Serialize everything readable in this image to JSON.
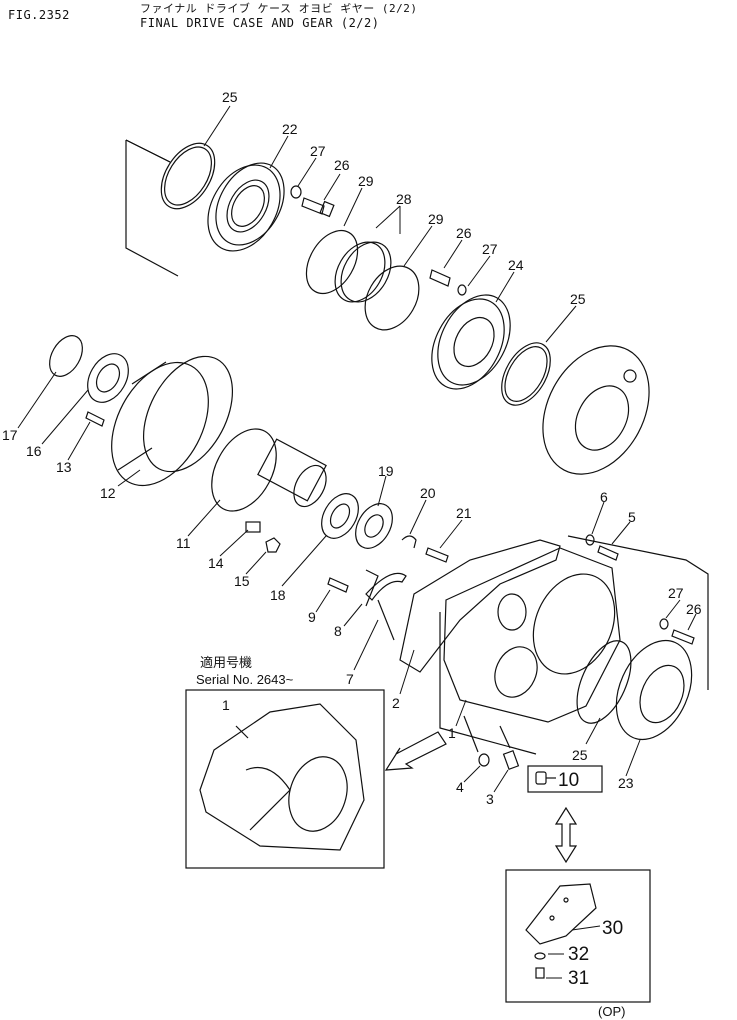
{
  "header": {
    "figure_no": "FIG.2352",
    "title_jp": "ファイナル ドライブ ケース オヨビ ギヤー (2/2)",
    "title_en": "FINAL DRIVE CASE AND GEAR (2/2)"
  },
  "serial_box": {
    "title_jp": "適用号機",
    "serial": "Serial No. 2643~"
  },
  "option_label": "(OP)",
  "callouts": [
    {
      "label": "25"
    },
    {
      "label": "22"
    },
    {
      "label": "27"
    },
    {
      "label": "26"
    },
    {
      "label": "29"
    },
    {
      "label": "28"
    },
    {
      "label": "29"
    },
    {
      "label": "26"
    },
    {
      "label": "27"
    },
    {
      "label": "24"
    },
    {
      "label": "25"
    },
    {
      "label": "17"
    },
    {
      "label": "16"
    },
    {
      "label": "13"
    },
    {
      "label": "12"
    },
    {
      "label": "11"
    },
    {
      "label": "14"
    },
    {
      "label": "15"
    },
    {
      "label": "18"
    },
    {
      "label": "19"
    },
    {
      "label": "20"
    },
    {
      "label": "21"
    },
    {
      "label": "6"
    },
    {
      "label": "5"
    },
    {
      "label": "9"
    },
    {
      "label": "8"
    },
    {
      "label": "7"
    },
    {
      "label": "2"
    },
    {
      "label": "1"
    },
    {
      "label": "27"
    },
    {
      "label": "26"
    },
    {
      "label": "4"
    },
    {
      "label": "3"
    },
    {
      "label": "10"
    },
    {
      "label": "25"
    },
    {
      "label": "23"
    },
    {
      "label": "1"
    },
    {
      "label": "30"
    },
    {
      "label": "32"
    },
    {
      "label": "31"
    }
  ]
}
